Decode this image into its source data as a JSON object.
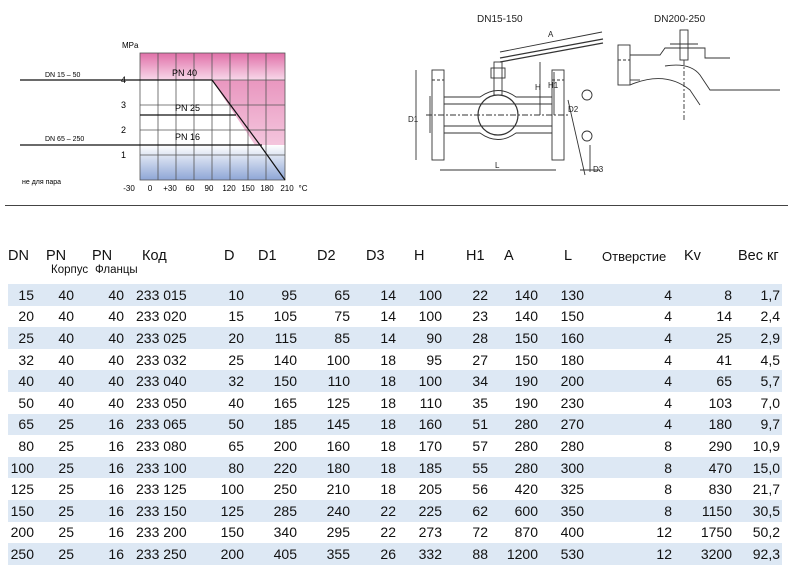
{
  "chart": {
    "unit": "MPa",
    "y_ticks": [
      "1",
      "2",
      "3",
      "4"
    ],
    "x_ticks": [
      "-30",
      "0",
      "+30",
      "60",
      "90",
      "120",
      "150",
      "180",
      "210"
    ],
    "x_unit": "°C",
    "left_labels": [
      "DN 15 – 50",
      "DN 65 – 250"
    ],
    "note": "не для пара",
    "zones": [
      "PN 40",
      "PN 25",
      "PN 16"
    ]
  },
  "drawings": {
    "title_small": "DN15-150",
    "title_large": "DN200-250",
    "dims": [
      "A",
      "H",
      "H1",
      "D1",
      "D2",
      "D3",
      "L"
    ]
  },
  "table": {
    "headers": [
      "DN",
      "PN",
      "PN",
      "Код",
      "D",
      "D1",
      "D2",
      "D3",
      "H",
      "H1",
      "A",
      "L",
      "Отверстие",
      "Kv",
      "Вес кг"
    ],
    "subheaders": [
      "Корпус",
      "Фланцы"
    ],
    "rows": [
      [
        "15",
        "40",
        "40",
        "233 015",
        "10",
        "95",
        "65",
        "14",
        "100",
        "22",
        "140",
        "130",
        "4",
        "8",
        "1,7"
      ],
      [
        "20",
        "40",
        "40",
        "233 020",
        "15",
        "105",
        "75",
        "14",
        "100",
        "23",
        "140",
        "150",
        "4",
        "14",
        "2,4"
      ],
      [
        "25",
        "40",
        "40",
        "233 025",
        "20",
        "115",
        "85",
        "14",
        "90",
        "28",
        "150",
        "160",
        "4",
        "25",
        "2,9"
      ],
      [
        "32",
        "40",
        "40",
        "233 032",
        "25",
        "140",
        "100",
        "18",
        "95",
        "27",
        "150",
        "180",
        "4",
        "41",
        "4,5"
      ],
      [
        "40",
        "40",
        "40",
        "233 040",
        "32",
        "150",
        "110",
        "18",
        "100",
        "34",
        "190",
        "200",
        "4",
        "65",
        "5,7"
      ],
      [
        "50",
        "40",
        "40",
        "233 050",
        "40",
        "165",
        "125",
        "18",
        "110",
        "35",
        "190",
        "230",
        "4",
        "103",
        "7,0"
      ],
      [
        "65",
        "25",
        "16",
        "233 065",
        "50",
        "185",
        "145",
        "18",
        "160",
        "51",
        "280",
        "270",
        "4",
        "180",
        "9,7"
      ],
      [
        "80",
        "25",
        "16",
        "233 080",
        "65",
        "200",
        "160",
        "18",
        "170",
        "57",
        "280",
        "280",
        "8",
        "290",
        "10,9"
      ],
      [
        "100",
        "25",
        "16",
        "233 100",
        "80",
        "220",
        "180",
        "18",
        "185",
        "55",
        "280",
        "300",
        "8",
        "470",
        "15,0"
      ],
      [
        "125",
        "25",
        "16",
        "233 125",
        "100",
        "250",
        "210",
        "18",
        "205",
        "56",
        "420",
        "325",
        "8",
        "830",
        "21,7"
      ],
      [
        "150",
        "25",
        "16",
        "233 150",
        "125",
        "285",
        "240",
        "22",
        "225",
        "62",
        "600",
        "350",
        "8",
        "1150",
        "30,5"
      ],
      [
        "200",
        "25",
        "16",
        "233 200",
        "150",
        "340",
        "295",
        "22",
        "273",
        "72",
        "870",
        "400",
        "12",
        "1750",
        "50,2"
      ],
      [
        "250",
        "25",
        "16",
        "233 250",
        "200",
        "405",
        "355",
        "26",
        "332",
        "88",
        "1200",
        "530",
        "12",
        "3200",
        "92,3"
      ]
    ]
  }
}
